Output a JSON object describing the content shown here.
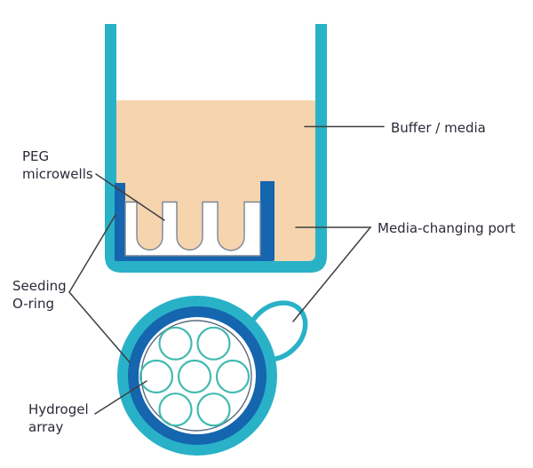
{
  "colors": {
    "background": "#FFFFFF",
    "teal": "#29B2C7",
    "dark_blue": "#1565AF",
    "peach": "#F5D4AE",
    "hydrogel_teal": "#41BAB0",
    "outline_gray": "#7B8694",
    "thin_ring_gray": "#5A6B82",
    "pointer_line": "#3F3F3F",
    "text": "#2A2A38"
  },
  "labels": {
    "peg_microwells": {
      "line1": "PEG",
      "line2": "microwells"
    },
    "buffer_media": {
      "text": "Buffer / media"
    },
    "media_changing_port": {
      "text": "Media-changing port"
    },
    "seeding_oring": {
      "line1": "Seeding",
      "line2": "O-ring"
    },
    "hydrogel_array": {
      "line1": "Hydrogel",
      "line2": "array"
    }
  },
  "diagram": {
    "view_top": "well side view with buffer, O-ring and PEG microwells",
    "view_bottom": "bottom view of hydrogel array with media-changing port",
    "microwell_count": 3,
    "hydrogel_circle_count": 7
  }
}
